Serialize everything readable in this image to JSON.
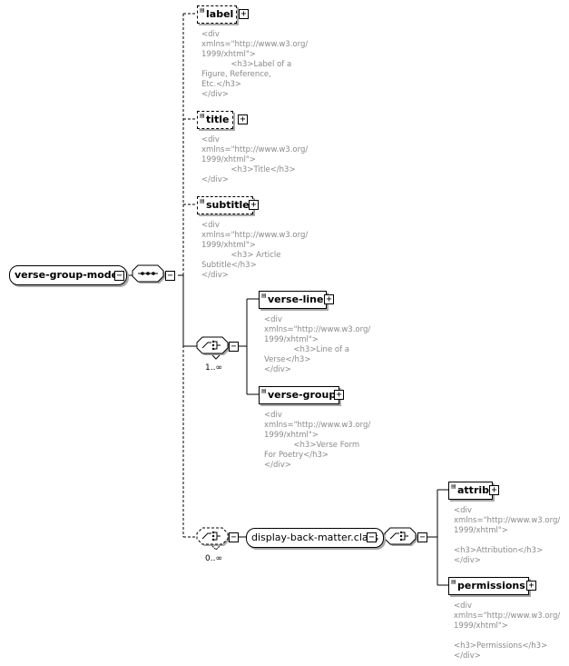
{
  "root": {
    "label": "verse-group-model",
    "collapse_symbol": "−"
  },
  "sequence": {
    "collapse_symbol": "−"
  },
  "elements": {
    "label": {
      "name": "label",
      "expand_symbol": "+",
      "doc": "<div\nxmlns=\"http://www.w3.org/\n1999/xhtml\">\n            <h3>Label of a\nFigure, Reference,\nEtc.</h3>\n</div>"
    },
    "title": {
      "name": "title",
      "expand_symbol": "+",
      "doc": "<div\nxmlns=\"http://www.w3.org/\n1999/xhtml\">\n            <h3>Title</h3>\n</div>"
    },
    "subtitle": {
      "name": "subtitle",
      "expand_symbol": "+",
      "doc": "<div\nxmlns=\"http://www.w3.org/\n1999/xhtml\">\n            <h3> Article\nSubtitle</h3>\n</div>"
    },
    "verse_line": {
      "name": "verse-line",
      "expand_symbol": "+",
      "doc": "<div\nxmlns=\"http://www.w3.org/\n1999/xhtml\">\n            <h3>Line of a\nVerse</h3>\n</div>"
    },
    "verse_group": {
      "name": "verse-group",
      "expand_symbol": "+",
      "doc": "<div\nxmlns=\"http://www.w3.org/\n1999/xhtml\">\n            <h3>Verse Form\nFor Poetry</h3>\n</div>"
    },
    "attrib": {
      "name": "attrib",
      "expand_symbol": "+",
      "doc": "<div\nxmlns=\"http://www.w3.org/\n1999/xhtml\">\n\n<h3>Attribution</h3>\n</div>"
    },
    "permissions": {
      "name": "permissions",
      "expand_symbol": "+",
      "doc": "<div\nxmlns=\"http://www.w3.org/\n1999/xhtml\">\n\n<h3>Permissions</h3>\n</div>"
    }
  },
  "choice1": {
    "occurrence": "1..∞",
    "collapse_symbol": "−"
  },
  "choice2": {
    "occurrence": "0..∞",
    "collapse_symbol": "−"
  },
  "group_ref": {
    "label": "display-back-matter.class",
    "collapse_symbol": "−"
  },
  "choice3": {
    "collapse_symbol": "−"
  }
}
